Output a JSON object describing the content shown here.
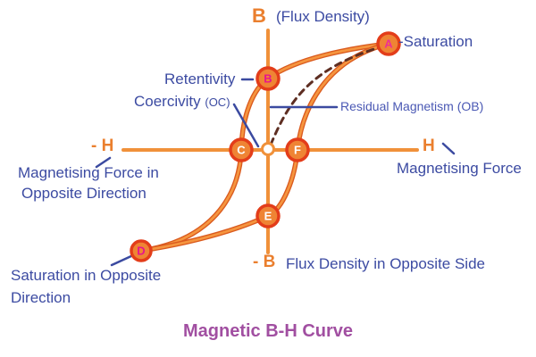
{
  "title": "Magnetic B-H Curve",
  "axis_labels": {
    "b": "B",
    "b_caption": "(Flux Density)",
    "neg_b": "- B",
    "neg_b_caption": "Flux Density in Opposite Side",
    "h": "H",
    "h_caption": "Magnetising Force",
    "neg_h": "- H",
    "neg_h_caption_line1": "Magnetising Force in",
    "neg_h_caption_line2": "Opposite Direction"
  },
  "annotations": {
    "saturation": "-Saturation",
    "retentivity": "Retentivity",
    "coercivity": "Coercivity",
    "coercivity_suffix": "(OC)",
    "residual_magnetism": "Residual Magnetism (OB)",
    "saturation_opposite_line1": "Saturation in Opposite",
    "saturation_opposite_line2": "Direction"
  },
  "points": {
    "A": {
      "label": "A",
      "letter_color": "#ee2f97"
    },
    "B": {
      "label": "B",
      "letter_color": "#e7158d"
    },
    "C": {
      "label": "C",
      "letter_color": "#ffffff"
    },
    "D": {
      "label": "D",
      "letter_color": "#e7158d"
    },
    "E": {
      "label": "E",
      "letter_color": "#ffffff"
    },
    "F": {
      "label": "F",
      "letter_color": "#ffffff"
    }
  },
  "colors": {
    "axis_orange": "#f0913a",
    "curve_orange_dark": "#da5a1e",
    "curve_orange_light": "#f5953f",
    "label_blue": "#3c4ba2",
    "residual_blue": "#4a58b4",
    "pointer_blue": "#3b4aa0",
    "title_purple": "#a14fa1",
    "dashed_brown": "#5e2e22",
    "marker_ring": "#e33d1a",
    "marker_fill": "#ef8434"
  }
}
